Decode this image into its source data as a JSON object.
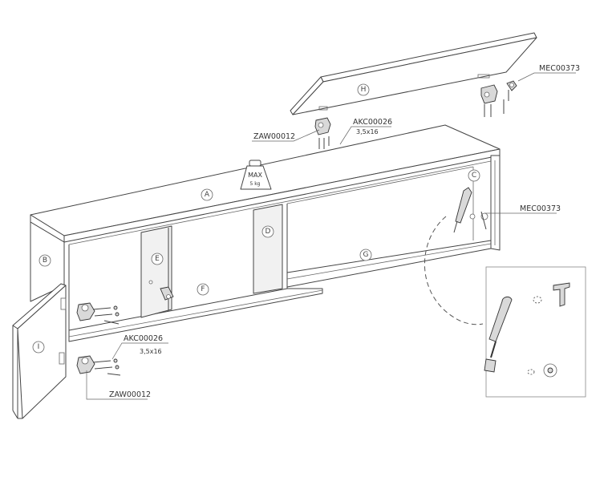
{
  "panels": {
    "a": "A",
    "b": "B",
    "c": "C",
    "d": "D",
    "e": "E",
    "f": "F",
    "g": "G",
    "h": "H",
    "i": "I"
  },
  "weight": {
    "line1": "MAX",
    "line2": "5 kg"
  },
  "callouts": {
    "mec_top": "MEC00373",
    "mec_mid": "MEC00373",
    "akc_top": "AKC00026",
    "akc_top_size": "3,5x16",
    "zaw_top": "ZAW00012",
    "akc_bottom": "AKC00026",
    "akc_bottom_size": "3,5x16",
    "zaw_bottom": "ZAW00012"
  },
  "colors": {
    "line": "#444444",
    "hardware": "#d9d9d9",
    "background": "#ffffff"
  }
}
